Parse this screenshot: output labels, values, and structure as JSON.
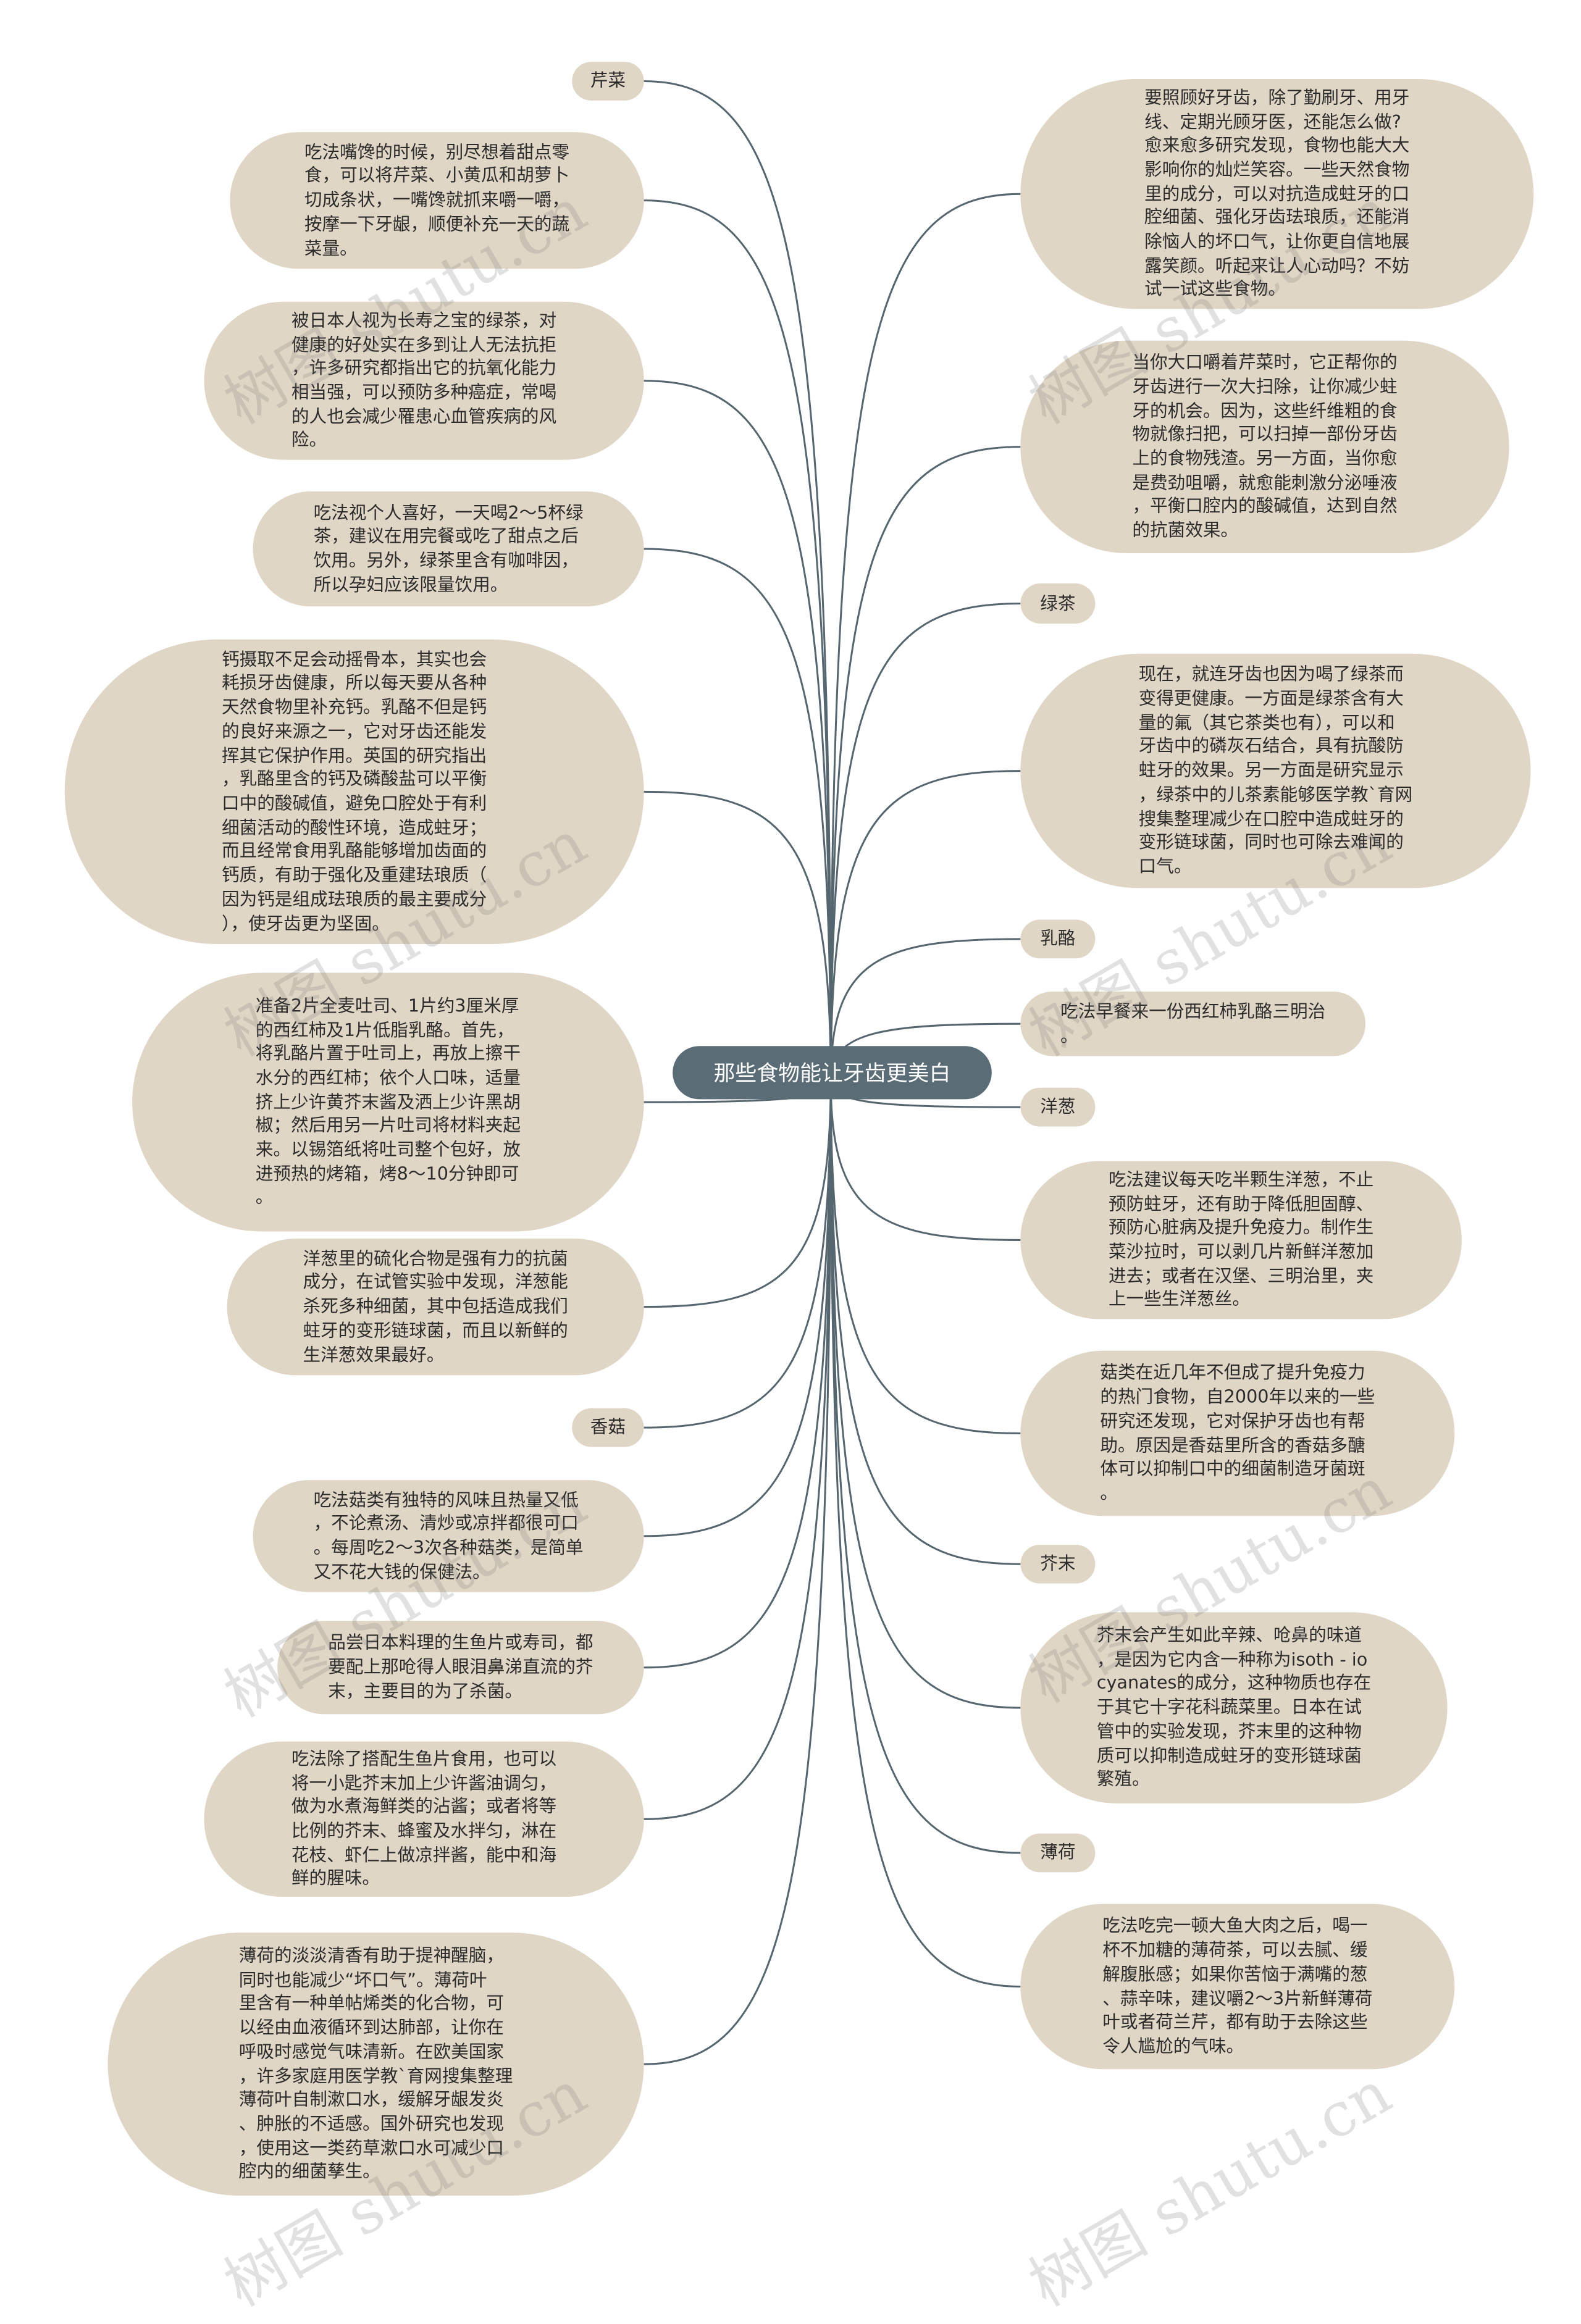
{
  "center": {
    "title": "那些食物能让牙齿更美白"
  },
  "colors": {
    "node_fill": "#e0d6c6",
    "center_fill": "#5a6c75",
    "line": "#56666f"
  },
  "watermark": "树图 shutu.cn",
  "left": [
    {
      "kind": "label",
      "text": "芹菜"
    },
    {
      "kind": "note",
      "text": "吃法嘴馋的时候，别尽想着甜点零\n食，可以将芹菜、小黄瓜和胡萝卜\n切成条状，一嘴馋就抓来嚼一嚼，\n按摩一下牙龈，顺便补充一天的蔬\n菜量。"
    },
    {
      "kind": "note",
      "text": "被日本人视为长寿之宝的绿茶，对\n健康的好处实在多到让人无法抗拒\n，许多研究都指出它的抗氧化能力\n相当强，可以预防多种癌症，常喝\n的人也会减少罹患心血管疾病的风\n险。"
    },
    {
      "kind": "note",
      "text": "吃法视个人喜好，一天喝2～5杯绿\n茶，建议在用完餐或吃了甜点之后\n饮用。另外，绿茶里含有咖啡因，\n所以孕妇应该限量饮用。"
    },
    {
      "kind": "note",
      "text": "钙摄取不足会动摇骨本，其实也会\n耗损牙齿健康，所以每天要从各种\n天然食物里补充钙。乳酪不但是钙\n的良好来源之一，它对牙齿还能发\n挥其它保护作用。英国的研究指出\n，乳酪里含的钙及磷酸盐可以平衡\n口中的酸碱值，避免口腔处于有利\n细菌活动的酸性环境，造成蛀牙；\n而且经常食用乳酪能够增加齿面的\n钙质，有助于强化及重建珐琅质（\n因为钙是组成珐琅质的最主要成分\n），使牙齿更为坚固。"
    },
    {
      "kind": "note",
      "text": "准备2片全麦吐司、1片约3厘米厚\n的西红柿及1片低脂乳酪。首先，\n将乳酪片置于吐司上，再放上擦干\n水分的西红柿；依个人口味，适量\n挤上少许黄芥末酱及洒上少许黑胡\n椒；然后用另一片吐司将材料夹起\n来。以锡箔纸将吐司整个包好，放\n进预热的烤箱，烤8～10分钟即可\n。"
    },
    {
      "kind": "note",
      "text": "洋葱里的硫化合物是强有力的抗菌\n成分，在试管实验中发现，洋葱能\n杀死多种细菌，其中包括造成我们\n蛀牙的变形链球菌，而且以新鲜的\n生洋葱效果最好。"
    },
    {
      "kind": "label",
      "text": "香菇"
    },
    {
      "kind": "note",
      "text": "吃法菇类有独特的风味且热量又低\n，不论煮汤、清炒或凉拌都很可口\n。每周吃2～3次各种菇类，是简单\n又不花大钱的保健法。"
    },
    {
      "kind": "note",
      "text": "品尝日本料理的生鱼片或寿司，都\n要配上那呛得人眼泪鼻涕直流的芥\n末，主要目的为了杀菌。"
    },
    {
      "kind": "note",
      "text": "吃法除了搭配生鱼片食用，也可以\n将一小匙芥末加上少许酱油调匀，\n做为水煮海鲜类的沾酱；或者将等\n比例的芥末、蜂蜜及水拌匀，淋在\n花枝、虾仁上做凉拌酱，能中和海\n鲜的腥味。"
    },
    {
      "kind": "note",
      "text": "薄荷的淡淡清香有助于提神醒脑，\n同时也能减少“坏口气”。薄荷叶\n里含有一种单帖烯类的化合物，可\n以经由血液循环到达肺部，让你在\n呼吸时感觉气味清新。在欧美国家\n，许多家庭用医学教`育网搜集整理\n薄荷叶自制漱口水，缓解牙龈发炎\n、肿胀的不适感。国外研究也发现\n，使用这一类药草漱口水可减少口\n腔内的细菌孳生。"
    }
  ],
  "right": [
    {
      "kind": "note",
      "text": "要照顾好牙齿，除了勤刷牙、用牙\n线、定期光顾牙医，还能怎么做?\n愈来愈多研究发现，食物也能大大\n影响你的灿烂笑容。一些天然食物\n里的成分，可以对抗造成蛀牙的口\n腔细菌、强化牙齿珐琅质，还能消\n除恼人的坏口气，让你更自信地展\n露笑颜。听起来让人心动吗？不妨\n试一试这些食物。"
    },
    {
      "kind": "note",
      "text": "当你大口嚼着芹菜时，它正帮你的\n牙齿进行一次大扫除，让你减少蛀\n牙的机会。因为，这些纤维粗的食\n物就像扫把，可以扫掉一部份牙齿\n上的食物残渣。另一方面，当你愈\n是费劲咀嚼，就愈能刺激分泌唾液\n，平衡口腔内的酸碱值，达到自然\n的抗菌效果。"
    },
    {
      "kind": "label",
      "text": "绿茶"
    },
    {
      "kind": "note",
      "text": "现在，就连牙齿也因为喝了绿茶而\n变得更健康。一方面是绿茶含有大\n量的氟（其它茶类也有），可以和\n牙齿中的磷灰石结合，具有抗酸防\n蛀牙的效果。另一方面是研究显示\n，绿茶中的儿茶素能够医学教`育网\n搜集整理减少在口腔中造成蛀牙的\n变形链球菌，同时也可除去难闻的\n口气。"
    },
    {
      "kind": "label",
      "text": "乳酪"
    },
    {
      "kind": "note",
      "text": "吃法早餐来一份西红柿乳酪三明治\n。"
    },
    {
      "kind": "label",
      "text": "洋葱"
    },
    {
      "kind": "note",
      "text": "吃法建议每天吃半颗生洋葱，不止\n预防蛀牙，还有助于降低胆固醇、\n预防心脏病及提升免疫力。制作生\n菜沙拉时，可以剥几片新鲜洋葱加\n进去；或者在汉堡、三明治里，夹\n上一些生洋葱丝。"
    },
    {
      "kind": "note",
      "text": "菇类在近几年不但成了提升免疫力\n的热门食物，自2000年以来的一些\n研究还发现，它对保护牙齿也有帮\n助。原因是香菇里所含的香菇多醣\n体可以抑制口中的细菌制造牙菌斑\n。"
    },
    {
      "kind": "label",
      "text": "芥末"
    },
    {
      "kind": "note",
      "text": "芥末会产生如此辛辣、呛鼻的味道\n，是因为它内含一种称为isoth - io\ncyanates的成分，这种物质也存在\n于其它十字花科蔬菜里。日本在试\n管中的实验发现，芥末里的这种物\n质可以抑制造成蛀牙的变形链球菌\n繁殖。"
    },
    {
      "kind": "label",
      "text": "薄荷"
    },
    {
      "kind": "note",
      "text": "吃法吃完一顿大鱼大肉之后，喝一\n杯不加糖的薄荷茶，可以去腻、缓\n解腹胀感；如果你苦恼于满嘴的葱\n、蒜辛味，建议嚼2～3片新鲜薄荷\n叶或者荷兰芹，都有助于去除这些\n令人尴尬的气味。"
    }
  ]
}
